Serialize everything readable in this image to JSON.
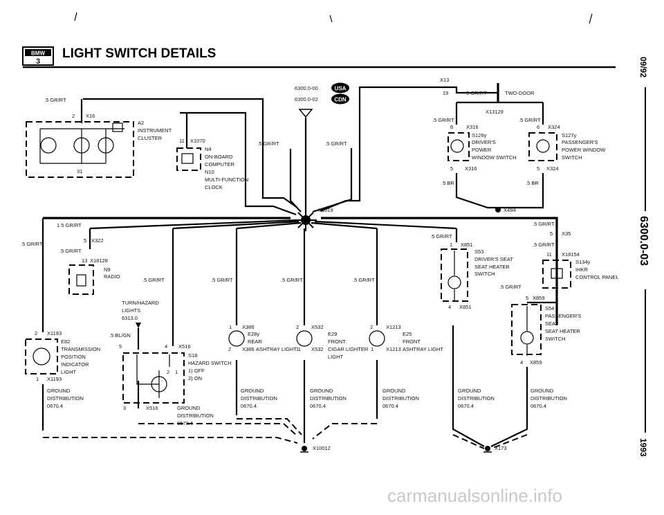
{
  "header": {
    "logo_brand": "BMW",
    "logo_series": "3",
    "title": "LIGHT SWITCH DETAILS"
  },
  "side_margin": {
    "date": "09/92",
    "section": "6300.0-03",
    "year": "1993"
  },
  "watermark": "carmanualsonline.info",
  "variants": {
    "usa_code": "6300.0-00",
    "usa_badge": "USA",
    "cdn_code": "6300.0-02",
    "cdn_badge": "CDN"
  },
  "wire_labels": {
    "gr_rt_05": ".5 GR/RT",
    "gr_rt_15": "1.5 GR/RT",
    "bl_gn_05": ".5 BL/GN",
    "br_05": ".5 BR",
    "two_door": "TWO-DOOR"
  },
  "connectors": {
    "x13": "X13",
    "x13_pin": "19",
    "x16": "X16",
    "x16_pin": "2",
    "x16_pin2": "31",
    "x1070": "X1070",
    "x1070_pin": "11",
    "x13129": "X13129",
    "x316": "X316",
    "x316_pin_top": "6",
    "x316_pin_bot": "5",
    "x324": "X324",
    "x324_pin_top": "6",
    "x324_pin_bot": "5",
    "x1019": "X1019",
    "x494": "X494",
    "x322": "X322",
    "x322_pin": "5",
    "x18128": "X18128",
    "x18128_pin": "13",
    "x35": "X35",
    "x35_pin": "5",
    "x18154": "X18154",
    "x18154_pin": "11",
    "x851": "X851",
    "x851_pin_top": "1",
    "x851_pin_bot": "4",
    "x859": "X859",
    "x859_pin_top": "5",
    "x859_pin_bot": "4",
    "x1193": "X1193",
    "x1193_pin_top": "2",
    "x1193_pin_bot": "1",
    "x516": "X516",
    "x516_pin_a": "5",
    "x516_pin_b": "4",
    "x516_pin_c": "3",
    "x386": "X386",
    "x386_pin_top": "1",
    "x386_pin_bot": "2",
    "x532": "X532",
    "x532_pin_top": "2",
    "x532_pin_bot": "1",
    "x1213": "X1213",
    "x1213_pin_top": "2",
    "x1213_pin_bot": "1",
    "x10012": "X10012",
    "x173": "X173",
    "switch_pin_2": "2",
    "switch_pin_1": "1"
  },
  "components": {
    "a2": [
      "A2",
      "INSTRUMENT",
      "CLUSTER"
    ],
    "n4": [
      "N4",
      "ON-BOARD",
      "COMPUTER"
    ],
    "n10": [
      "N10",
      "MULTI-FUNCTION",
      "CLOCK"
    ],
    "s126y": [
      "S126y",
      "DRIVER'S",
      "POWER",
      "WINDOW SWITCH"
    ],
    "s127y": [
      "S127y",
      "PASSENGER'S",
      "POWER WINDOW",
      "SWITCH"
    ],
    "n9": [
      "N9",
      "RADIO"
    ],
    "s134y": [
      "S134y",
      "IHKR",
      "CONTROL PANEL"
    ],
    "s53": [
      "S53",
      "DRIVER'S SEAT",
      "SEAT HEATER",
      "SWITCH"
    ],
    "s54": [
      "S54",
      "PASSENGER'S",
      "SEAT",
      "SEAT HEATER",
      "SWITCH"
    ],
    "e82": [
      "E82",
      "TRANSMISSION",
      "POSITION",
      "INDICATOR",
      "LIGHT"
    ],
    "turn_hazard": [
      "TURN/HAZARD",
      "LIGHTS",
      "6313.0"
    ],
    "s18": [
      "S18",
      "HAZARD SWITCH",
      "1) OFF",
      "2) ON"
    ],
    "e28y": [
      "E28y",
      "REAR",
      "ASHTRAY LIGHT 1"
    ],
    "e29": [
      "E29",
      "FRONT",
      "CIGAR LIGHTER",
      "LIGHT"
    ],
    "e25": [
      "E25",
      "FRONT",
      "ASHTRAY LIGHT"
    ]
  },
  "ground_blocks": [
    [
      "GROUND",
      "DISTRIBUTION",
      "0670.4"
    ],
    [
      "GROUND",
      "DISTRIBUTION",
      "0670.4"
    ],
    [
      "GROUND",
      "DISTRIBUTION",
      "0670.4"
    ],
    [
      "GROUND",
      "DISTRIBUTION",
      "0670.4"
    ],
    [
      "GROUND",
      "DISTRIBUTION",
      "0670.4"
    ],
    [
      "GROUND",
      "DISTRIBUTION",
      "0670.4"
    ],
    [
      "GROUND",
      "DISTRIBUTION",
      "0670.4"
    ]
  ]
}
